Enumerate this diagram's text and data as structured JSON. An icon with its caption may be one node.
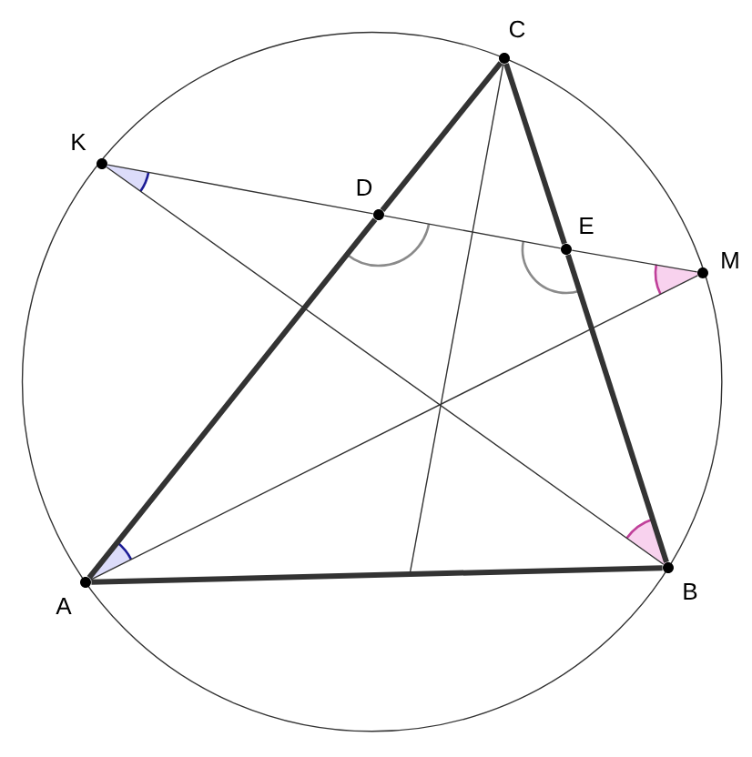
{
  "diagram": {
    "nodes": [
      {
        "text": [
          "C"
        ]
      },
      {
        "text": [
          "K"
        ]
      },
      {
        "text": [
          "D"
        ]
      },
      {
        "text": [
          "E"
        ]
      },
      {
        "text": [
          "M"
        ]
      },
      {
        "text": [
          "A"
        ]
      },
      {
        "text": [
          "B"
        ]
      }
    ],
    "edges": [
      {
        "from": 5,
        "to": 2,
        "arrow": "none",
        "style": "thick"
      },
      {
        "from": 2,
        "to": 0,
        "arrow": "none",
        "style": "thick"
      },
      {
        "from": 0,
        "to": 3,
        "arrow": "none",
        "style": "thick"
      },
      {
        "from": 3,
        "to": 6,
        "arrow": "none",
        "style": "thick"
      },
      {
        "from": 5,
        "to": 6,
        "arrow": "none",
        "style": "thick"
      },
      {
        "from": 1,
        "to": 2,
        "arrow": "none"
      },
      {
        "from": 2,
        "to": 3,
        "arrow": "none"
      },
      {
        "from": 3,
        "to": 4,
        "arrow": "none"
      },
      {
        "from": 1,
        "to": 6,
        "arrow": "none"
      },
      {
        "from": 5,
        "to": 4,
        "arrow": "none"
      },
      {
        "from": 0,
        "to": null,
        "arrow": "none"
      }
    ]
  }
}
